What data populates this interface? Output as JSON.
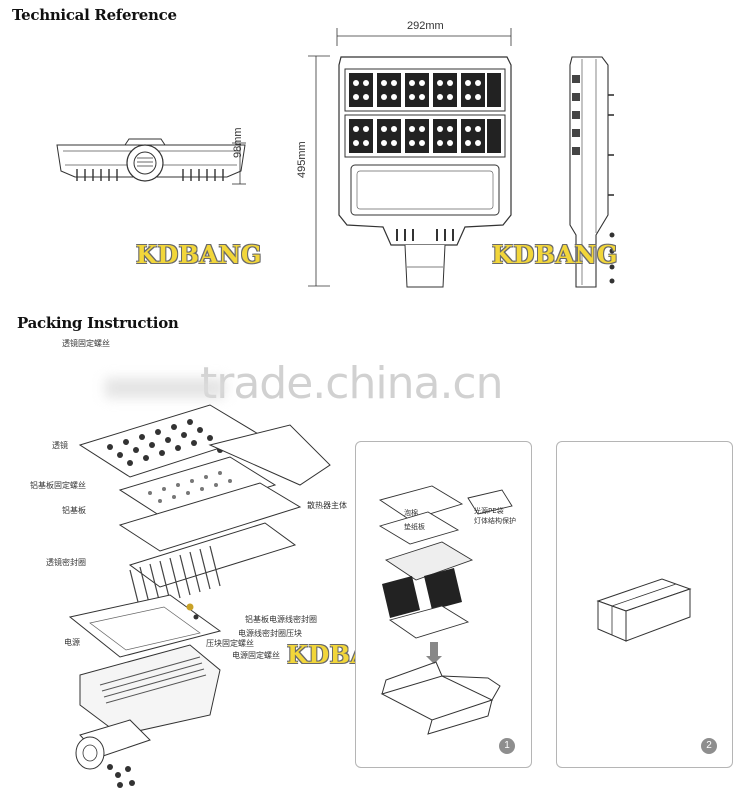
{
  "sections": {
    "technical_reference": "Technical Reference",
    "packing_instruction": "Packing Instruction"
  },
  "dimensions": {
    "width": "292mm",
    "length": "495mm",
    "height": "98mm"
  },
  "brand": {
    "name": "KDBANG",
    "color": "#f2d63a"
  },
  "watermark": "trade.china.cn",
  "exploded_labels": {
    "lens_screw": "透镜固定螺丝",
    "lens": "透镜",
    "aluminum_screw": "铝基板固定螺丝",
    "aluminum_plate": "铝基板",
    "radiator": "散热器主体",
    "lens_seal": "透镜密封圈",
    "plate_power_seal": "铝基板电源线密封圈",
    "power_seal_block": "电源线密封圈压块",
    "block_screw": "压块固定螺丝",
    "power_screw": "电源固定螺丝",
    "power": "电源"
  },
  "packing_labels": {
    "foam": "泡棉",
    "pad": "垫纸板",
    "bag": "光源PE袋",
    "bag_note": "灯体结构保护"
  },
  "steps": [
    "1",
    "2"
  ]
}
